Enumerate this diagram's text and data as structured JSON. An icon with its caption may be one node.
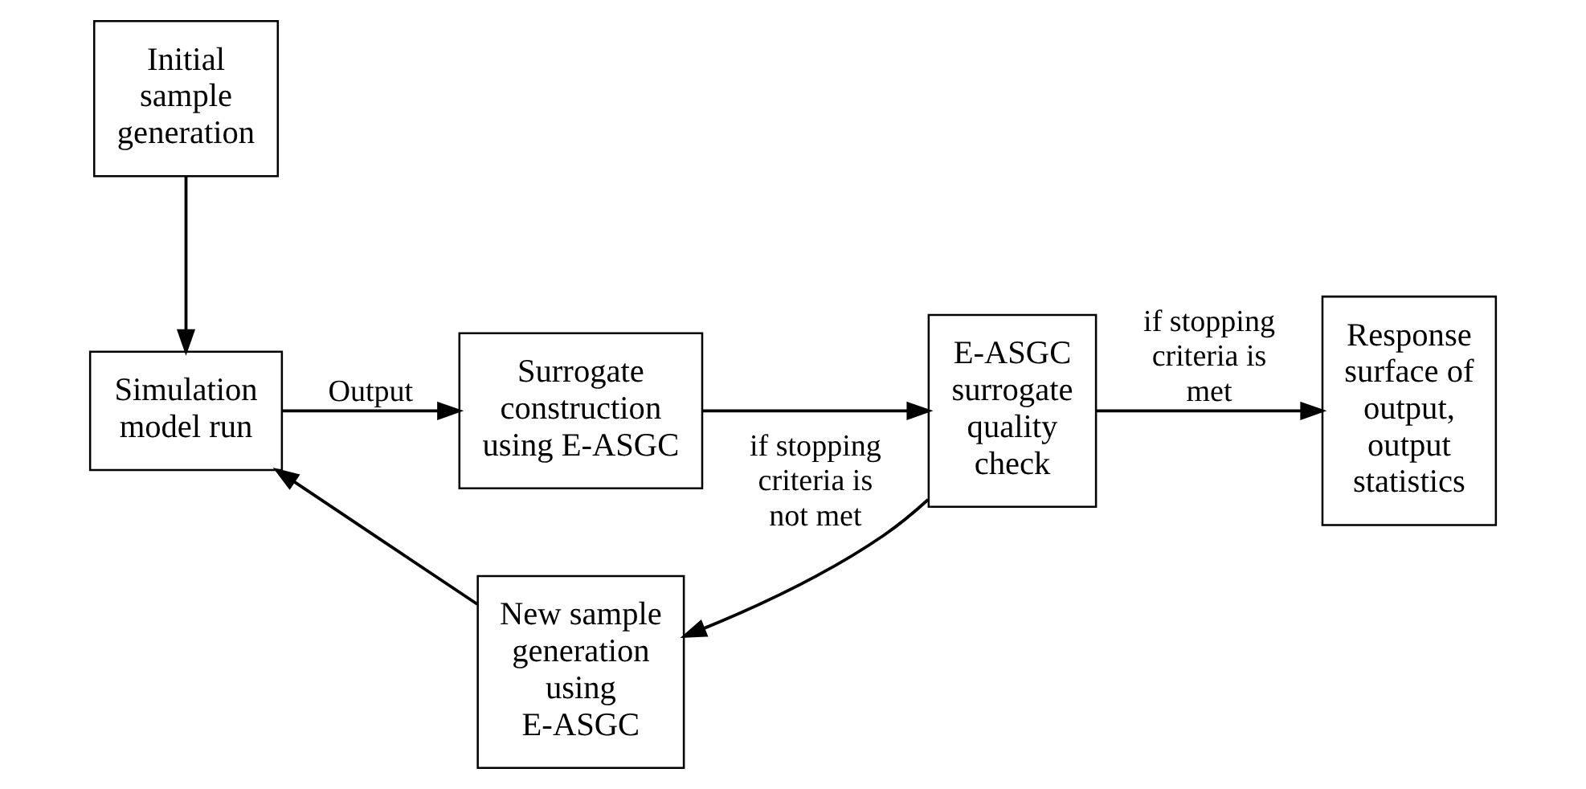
{
  "diagram": {
    "nodes": [
      {
        "text": [
          "Initial sample generation"
        ]
      },
      {
        "text": [
          "Simulation model run"
        ]
      },
      {
        "text": [
          "Surrogate construction using E-ASGC"
        ]
      },
      {
        "text": [
          "E-ASGC surrogate quality check"
        ]
      },
      {
        "text": [
          "Response surface of output, output statistics"
        ]
      },
      {
        "text": [
          "New sample generation using E-ASGC"
        ]
      }
    ],
    "edges": [
      {
        "from": 0,
        "to": 1,
        "arrow": "to"
      },
      {
        "from": 1,
        "to": 2,
        "arrow": "to",
        "label": "Output"
      },
      {
        "from": 2,
        "to": 3,
        "arrow": "to"
      },
      {
        "from": 3,
        "to": 4,
        "arrow": "to",
        "label": "if stopping criteria is met"
      },
      {
        "from": 3,
        "to": 5,
        "arrow": "to",
        "label": "if stopping criteria is not met"
      },
      {
        "from": 5,
        "to": 1,
        "arrow": "to"
      }
    ]
  }
}
